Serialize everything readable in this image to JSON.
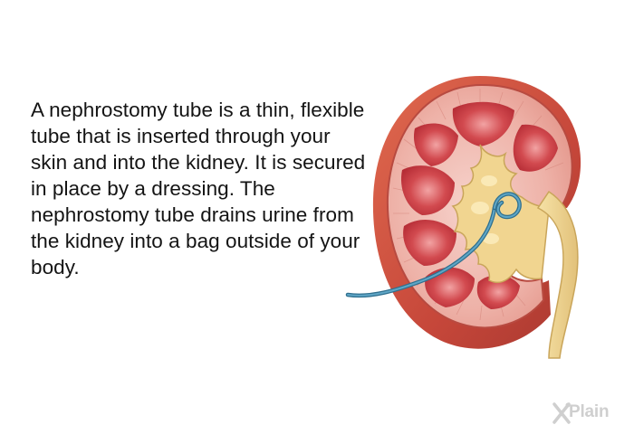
{
  "article": {
    "body": "A nephrostomy tube is a thin, flexible tube that is inserted through your skin and into the kidney. It is secured in place by a dressing. The nephrostomy tube drains urine from the kidney into a bag outside of your body."
  },
  "illustration": {
    "icon": "kidney-with-nephrostomy-tube-illustration",
    "colors": {
      "kidney_outer": "#c9503a",
      "kidney_cortex": "#e9a79c",
      "pyramids": "#c23a40",
      "pelvis": "#f0d48a",
      "ureter": "#ecd08a",
      "tube": "#3f86a8"
    }
  },
  "brand": {
    "logo_text": "Plain",
    "logo_icon": "x-plain-logo-icon",
    "color": "#cfcfcf"
  }
}
